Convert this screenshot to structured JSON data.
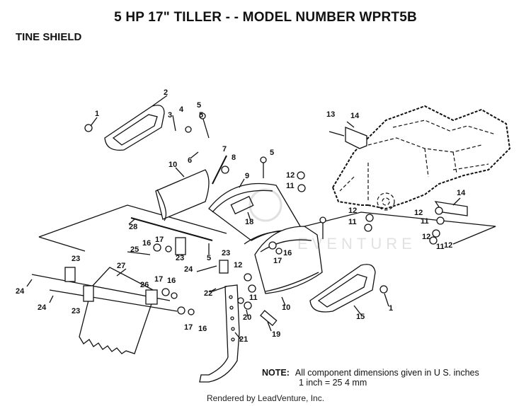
{
  "title": "5 HP 17\" TILLER - - MODEL NUMBER WPRT5B",
  "section": "TINE SHIELD",
  "callouts": [
    "1",
    "2",
    "3",
    "4",
    "5",
    "5",
    "6",
    "7",
    "8",
    "9",
    "10",
    "5",
    "12",
    "11",
    "13",
    "14",
    "12",
    "11",
    "12",
    "11",
    "14",
    "12",
    "11",
    "12",
    "28",
    "17",
    "16",
    "25",
    "23",
    "5",
    "24",
    "23",
    "12",
    "18",
    "17",
    "16",
    "24",
    "23",
    "27",
    "26",
    "17",
    "16",
    "24",
    "23",
    "17",
    "16",
    "22",
    "11",
    "20",
    "10",
    "19",
    "21",
    "15",
    "1"
  ],
  "note": {
    "label": "NOTE:",
    "line1": "All component dimensions given in U S. inches",
    "line2": "1 inch = 25 4 mm"
  },
  "footer": "Rendered by LeadVenture, Inc."
}
